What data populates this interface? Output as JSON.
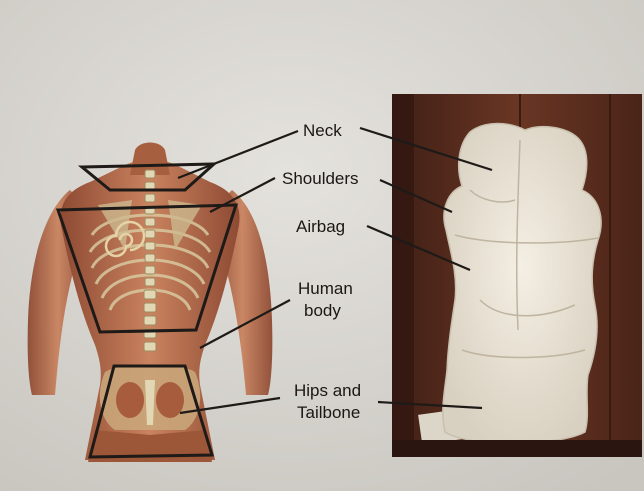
{
  "labels": {
    "neck": "Neck",
    "shoulders": "Shoulders",
    "airbag": "Airbag",
    "human_body_line1": "Human",
    "human_body_line2": "body",
    "hips_line1": "Hips and",
    "hips_line2": "Tailbone"
  },
  "colors": {
    "paper": "#d9d7d2",
    "wall": "#5a2e20",
    "airbag": "#e9e3d6",
    "skin": "#b86a4a",
    "outline": "#1e1a17"
  }
}
